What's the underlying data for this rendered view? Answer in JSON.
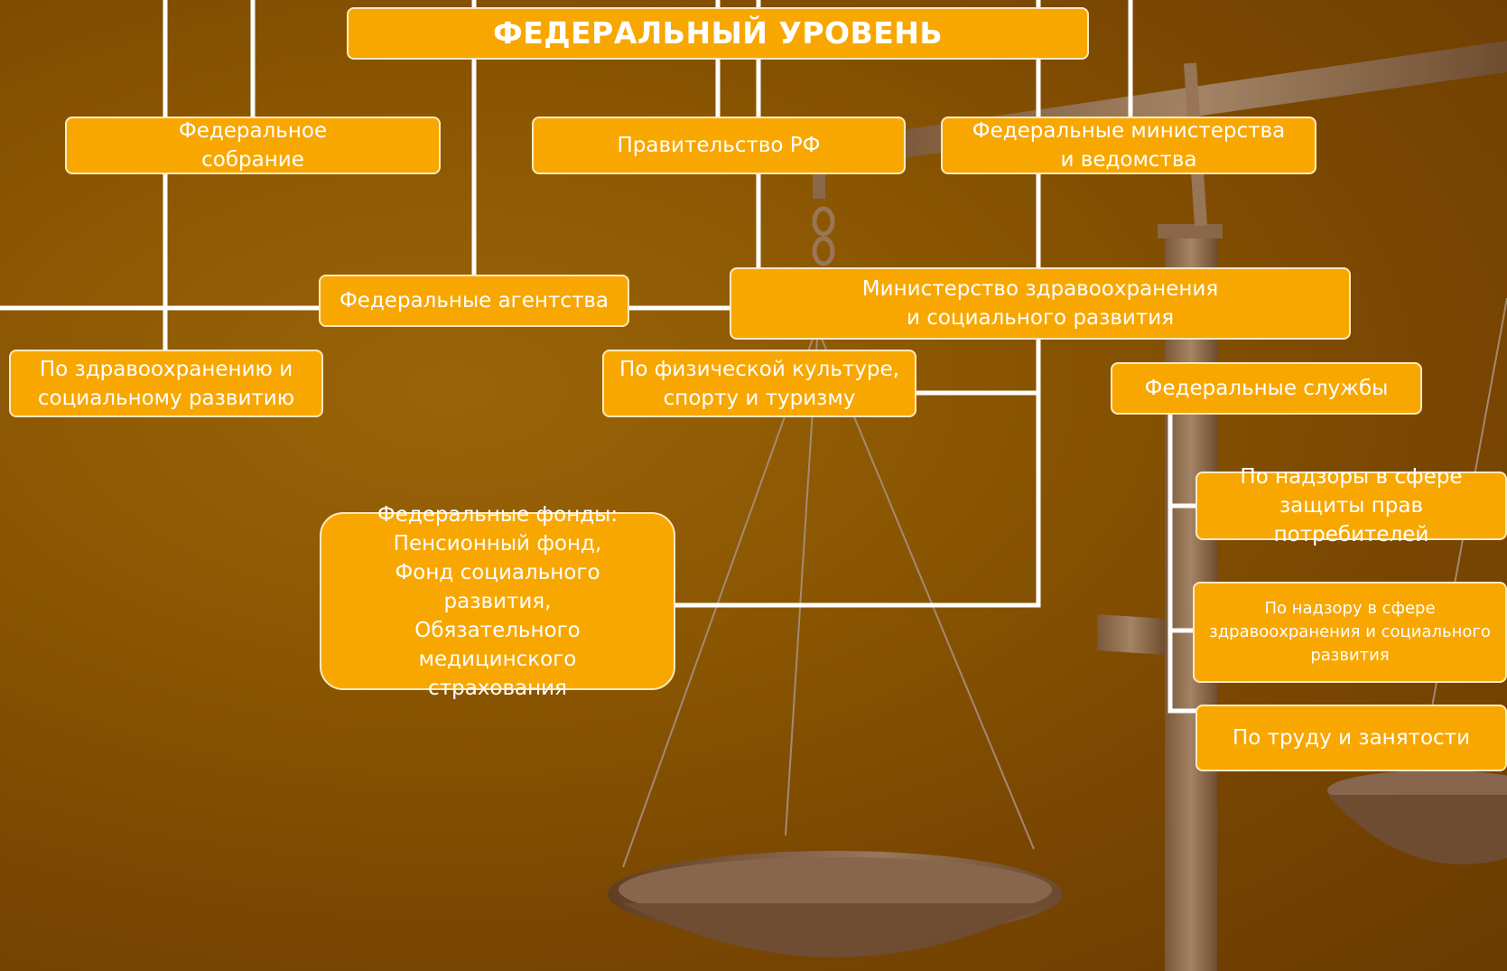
{
  "title": "ФЕДЕРАЛЬНЫЙ УРОВЕНЬ",
  "nodes": {
    "fed_assembly": "Федеральное собрание",
    "government": "Правительство РФ",
    "fed_ministries": "Федеральные министерства и ведомства",
    "fed_agencies": "Федеральные агентства",
    "ministry_health": "Министерство здравоохранения и социального развития",
    "agency_health": "По здравоохранению и социальному развитию",
    "agency_sport": "По физической культуре, спорту и туризму",
    "fed_services": "Федеральные службы",
    "fed_funds": "Федеральные фонды: Пенсионный фонд, Фонд социального развития, Обязательного медицинского страхования",
    "service_consumer": "По надзоры в сфере защиты прав потребителей",
    "service_health": "По надзору в сфере здравоохранения и социального развития",
    "service_labor": "По труду и занятости"
  },
  "colors": {
    "box_fill": "#f8a700",
    "box_border": "#fde9bf",
    "connector": "#ffffff",
    "background": "#8a5602"
  }
}
